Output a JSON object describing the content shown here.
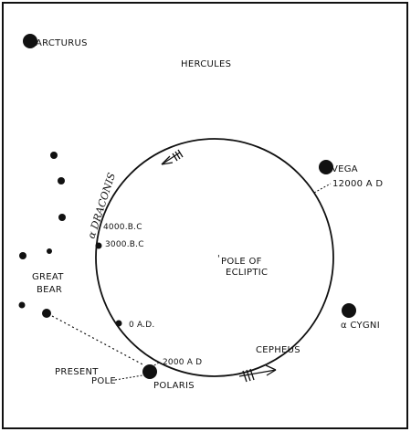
{
  "stars": {
    "arcturus": "ARCTURUS",
    "vega": "VEGA",
    "alpha_cygni": "α CYGNI",
    "polaris": "POLARIS",
    "alpha_draconis": "α DRACONIS"
  },
  "constellations": {
    "hercules": "HERCULES",
    "cepheus": "CEPHEUS",
    "great_bear_line1": "GREAT",
    "great_bear_line2": "BEAR"
  },
  "center_label": {
    "line1": "POLE OF",
    "line2": "ECLIPTIC"
  },
  "dates": {
    "d4000bc": "4000.B.C",
    "d3000bc": "3000.B.C",
    "d0ad": "0 A.D.",
    "d2000ad": "2000 A D",
    "d12000ad": "12000 A D"
  },
  "present_pole": {
    "line1": "PRESENT",
    "line2": "POLE"
  }
}
